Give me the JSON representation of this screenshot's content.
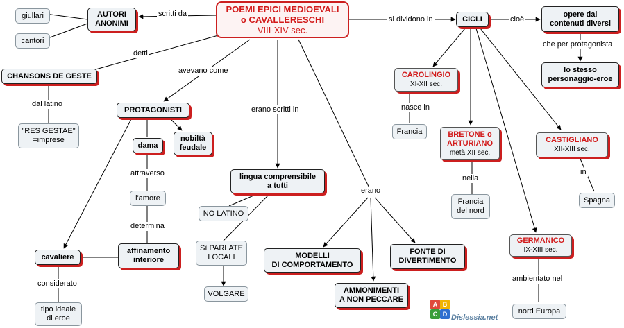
{
  "nodes": {
    "main": {
      "title": "POEMI EPICI MEDIOEVALI\no CAVALLERESCHI",
      "sub": "VIII-XIV sec."
    },
    "autori": "AUTORI\nANONIMI",
    "giullari": "giullari",
    "cantori": "cantori",
    "chansons": "CHANSONS DE GESTE",
    "res_gestae": "\"RES GESTAE\"\n=imprese",
    "protagonisti": "PROTAGONISTI",
    "nobilta": "nobiltà\nfeudale",
    "dama": "dama",
    "amore": "l'amore",
    "affinamento": "affinamento\ninteriore",
    "cavaliere": "cavaliere",
    "tipo_ideale": "tipo ideale\ndi eroe",
    "lingua": "lingua comprensibile\na tutti",
    "no_latino": "NO LATINO",
    "parlate": "Sì PARLATE\nLOCALI",
    "volgare": "VOLGARE",
    "modelli": "MODELLI\nDI COMPORTAMENTO",
    "ammonimenti": "AMMONIMENTI\nA NON PECCARE",
    "fonte": "FONTE DI\nDIVERTIMENTO",
    "cicli": "CICLI",
    "opere": "opere dai\ncontenuti diversi",
    "stesso": "lo stesso\npersonaggio-eroe",
    "carolingio": {
      "title": "CAROLINGIO",
      "sub": "XI-XII sec."
    },
    "francia": "Francia",
    "bretone": {
      "title": "BRETONE o\nARTURIANO",
      "sub": "metà XII sec."
    },
    "francia_nord": "Francia\ndel nord",
    "castigliano": {
      "title": "CASTIGLIANO",
      "sub": "XII-XIII sec."
    },
    "spagna": "Spagna",
    "germanico": {
      "title": "GERMANICO",
      "sub": "IX-XIII sec."
    },
    "nord_europa": "nord Europa"
  },
  "labels": {
    "scritti_da": "scritti da",
    "si_dividono_in": "si dividono in",
    "cioe": "cioè",
    "che_per_protagonista": "che per protagonista",
    "detti": "detti",
    "dal_latino": "dal latino",
    "avevano_come": "avevano come",
    "attraverso": "attraverso",
    "determina": "determina",
    "considerato": "considerato",
    "erano_scritti_in": "erano scritti in",
    "erano": "erano",
    "nasce_in": "nasce in",
    "nella": "nella",
    "in": "in",
    "ambientato_nel": "ambientato nel"
  },
  "logo": {
    "text": "Dislessia.net",
    "colors": [
      "#e04a3c",
      "#f2b400",
      "#3a9d3a",
      "#2e6fd0"
    ]
  }
}
